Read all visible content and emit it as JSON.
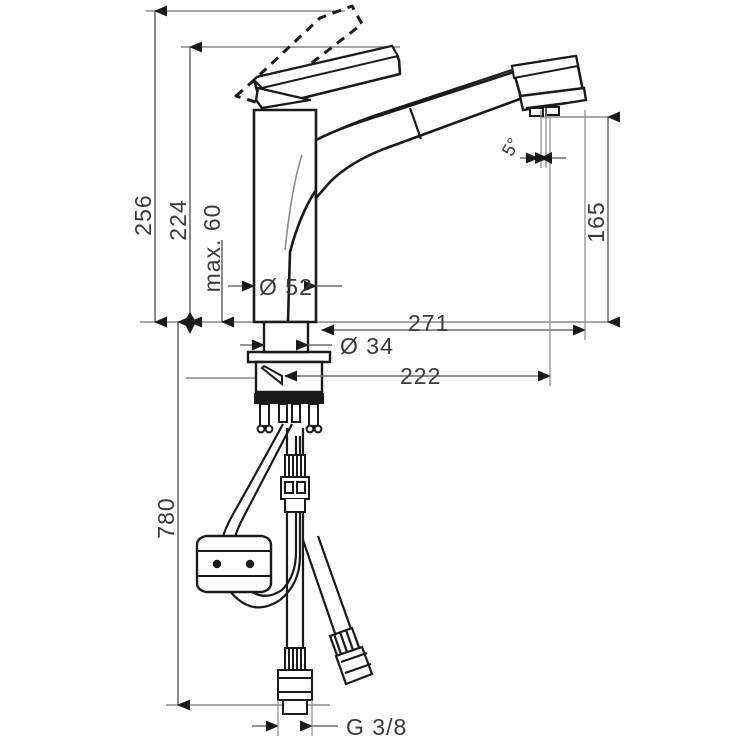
{
  "drawing": {
    "title": "Kitchen mixer tap technical dimension drawing",
    "units": "mm",
    "background_color": "#ffffff",
    "line_color": "#1a1a1a",
    "dimension_line_color": "#6e6e6e",
    "text_color": "#3a3a3a"
  },
  "dimensions": {
    "height_total": "256",
    "height_spout": "224",
    "max_thickness": "max. 60",
    "base_diameter": "Ø 52",
    "shank_diameter": "Ø 34",
    "reach_total": "271",
    "reach_inner": "222",
    "spout_height": "165",
    "hose_length": "780",
    "thread": "G 3/8",
    "swivel_angle": "5°"
  },
  "labels": {
    "d256": "256",
    "d224": "224",
    "dmax60": "max. 60",
    "d52": "Ø 52",
    "d34": "Ø 34",
    "d271": "271",
    "d222": "222",
    "d165": "165",
    "d780": "780",
    "dg38": "G 3/8",
    "d5deg": "5°"
  },
  "parts": {
    "lever_handle": "lever-handle",
    "lever_handle_raised": "lever-handle-raised-ghost",
    "body_column": "faucet-body-column",
    "spout_arm": "pull-out-spout-arm",
    "spray_head": "spray-head",
    "mounting_flange": "mounting-flange",
    "threaded_shank": "threaded-shank",
    "fixing_studs": "fixing-studs",
    "counterweight": "hose-counterweight",
    "pull_out_hose": "pull-out-hose",
    "supply_hose_left": "supply-hose-left",
    "supply_hose_right": "supply-hose-right",
    "hose_coupling": "hose-coupling",
    "connector_nut": "g38-connector-nut"
  }
}
